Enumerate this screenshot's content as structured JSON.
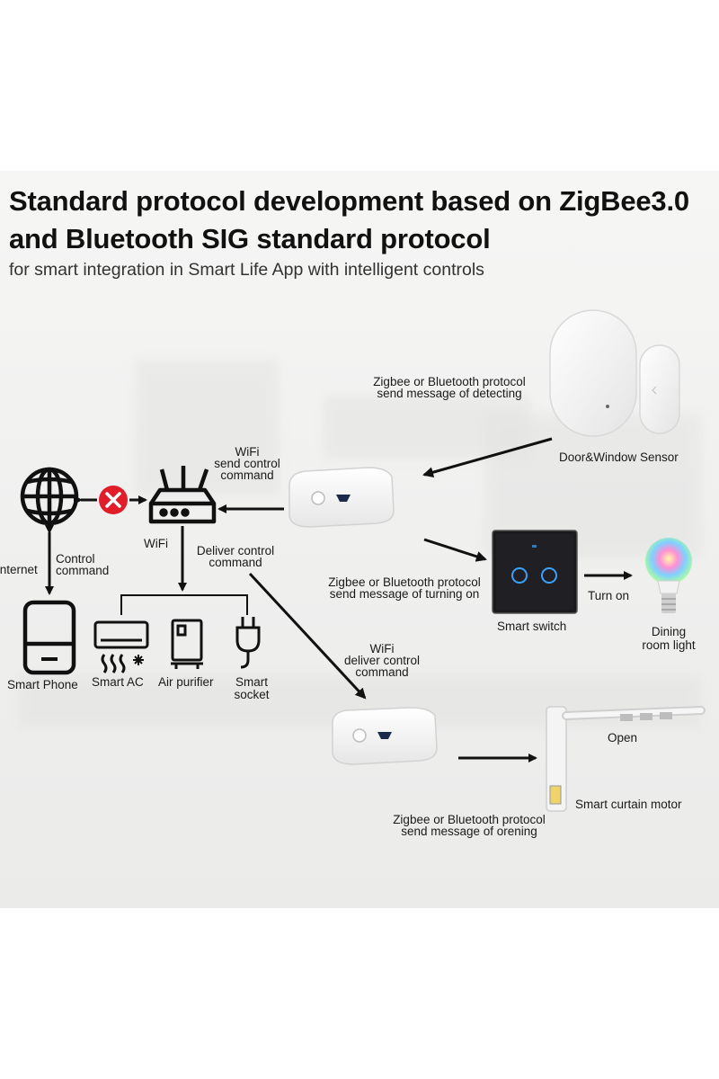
{
  "title_line1": "Standard protocol development based on ZigBee3.0",
  "title_line2": "and Bluetooth SIG standard protocol",
  "subtitle": "for smart integration in Smart Life App with intelligent controls",
  "labels": {
    "internet": "Internet",
    "control_command_1": "Control",
    "control_command_2": "command",
    "wifi_router": "WiFi",
    "wifi_send_1": "WiFi",
    "wifi_send_2": "send control",
    "wifi_send_3": "command",
    "deliver_1": "Deliver control",
    "deliver_2": "command",
    "smart_phone": "Smart Phone",
    "smart_ac": "Smart AC",
    "air_purifier": "Air purifier",
    "smart_socket_1": "Smart",
    "smart_socket_2": "socket",
    "detect_1": "Zigbee or Bluetooth protocol",
    "detect_2": "send message of detecting",
    "door_sensor": "Door&Window Sensor",
    "turning_1": "Zigbee or Bluetooth protocol",
    "turning_2": "send message of turning on",
    "smart_switch": "Smart switch",
    "turn_on": "Turn on",
    "dining_1": "Dining",
    "dining_2": "room light",
    "wifi_deliver_1": "WiFi",
    "wifi_deliver_2": "deliver control",
    "wifi_deliver_3": "command",
    "open": "Open",
    "curtain_motor": "Smart curtain motor",
    "opening_1": "Zigbee or Bluetooth protocol",
    "opening_2": "send message of orening"
  },
  "colors": {
    "blocked": "#e11d2a",
    "switch_glow": "#3aa0ff",
    "hub_accent": "#1b2a4a"
  }
}
